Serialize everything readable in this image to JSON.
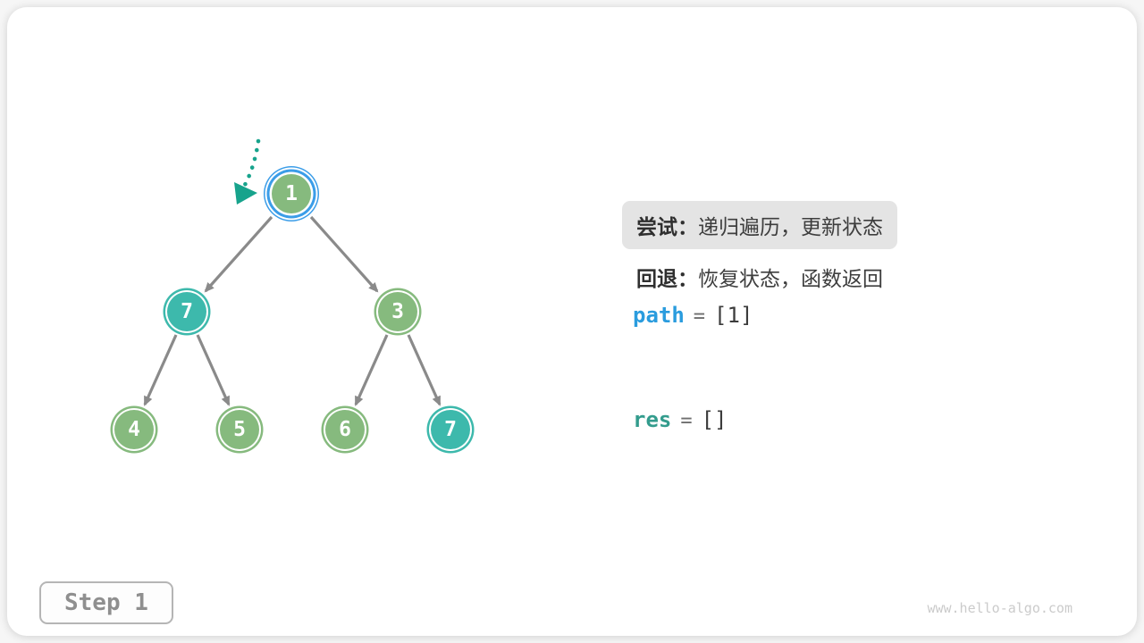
{
  "figure": {
    "watermark": "www.hello-algo.com",
    "step_label": "Step 1"
  },
  "legend": {
    "try_label": "尝试：",
    "try_text": "递归遍历，更新状态",
    "backtrack_label": "回退：",
    "backtrack_text": "恢复状态，函数返回"
  },
  "variables": {
    "path": {
      "name": "path",
      "eq": "=",
      "value": "[1]"
    },
    "res": {
      "name": "res",
      "eq": "=",
      "value": "[]"
    }
  },
  "tree": {
    "pointer": {
      "points_to": "1"
    },
    "nodes": [
      {
        "value": "1",
        "color": "green",
        "state": "current"
      },
      {
        "value": "7",
        "color": "teal",
        "state": "normal"
      },
      {
        "value": "3",
        "color": "green",
        "state": "normal"
      },
      {
        "value": "4",
        "color": "green",
        "state": "normal"
      },
      {
        "value": "5",
        "color": "green",
        "state": "normal"
      },
      {
        "value": "6",
        "color": "green",
        "state": "normal"
      },
      {
        "value": "7",
        "color": "teal",
        "state": "normal"
      }
    ],
    "edges": [
      [
        "1",
        "7"
      ],
      [
        "1",
        "3"
      ],
      [
        "7",
        "4"
      ],
      [
        "7",
        "5"
      ],
      [
        "3",
        "6"
      ],
      [
        "3",
        "7"
      ]
    ]
  },
  "colors": {
    "node_green": "#86BA7E",
    "node_teal": "#3DB9AC",
    "current_ring_blue": "#3B9DE8",
    "edge_gray": "#8A8A8A",
    "pointer_teal": "#17A38C",
    "path_blue": "#2A9CDE",
    "res_teal": "#339C8D",
    "pill_bg": "#E4E4E4"
  }
}
